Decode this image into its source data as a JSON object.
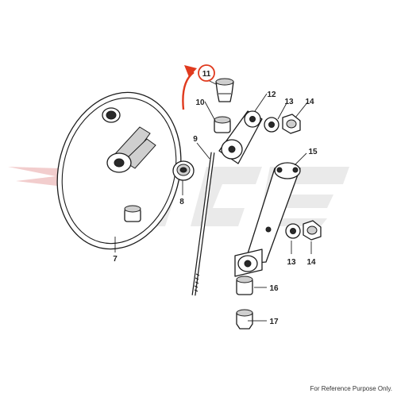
{
  "footer_note": "For Reference Purpose Only.",
  "watermark": {
    "text": "MCE",
    "color": "#d9d9d9",
    "star_color": "#e8a5a5"
  },
  "highlight": {
    "part": "11",
    "color": "#e03a1e"
  },
  "callouts": [
    {
      "id": "7",
      "label": "7"
    },
    {
      "id": "8",
      "label": "8"
    },
    {
      "id": "9",
      "label": "9"
    },
    {
      "id": "10",
      "label": "10"
    },
    {
      "id": "11",
      "label": "11"
    },
    {
      "id": "12",
      "label": "12"
    },
    {
      "id": "13a",
      "label": "13"
    },
    {
      "id": "14a",
      "label": "14"
    },
    {
      "id": "15",
      "label": "15"
    },
    {
      "id": "13b",
      "label": "13"
    },
    {
      "id": "14b",
      "label": "14"
    },
    {
      "id": "16",
      "label": "16"
    },
    {
      "id": "17",
      "label": "17"
    }
  ]
}
